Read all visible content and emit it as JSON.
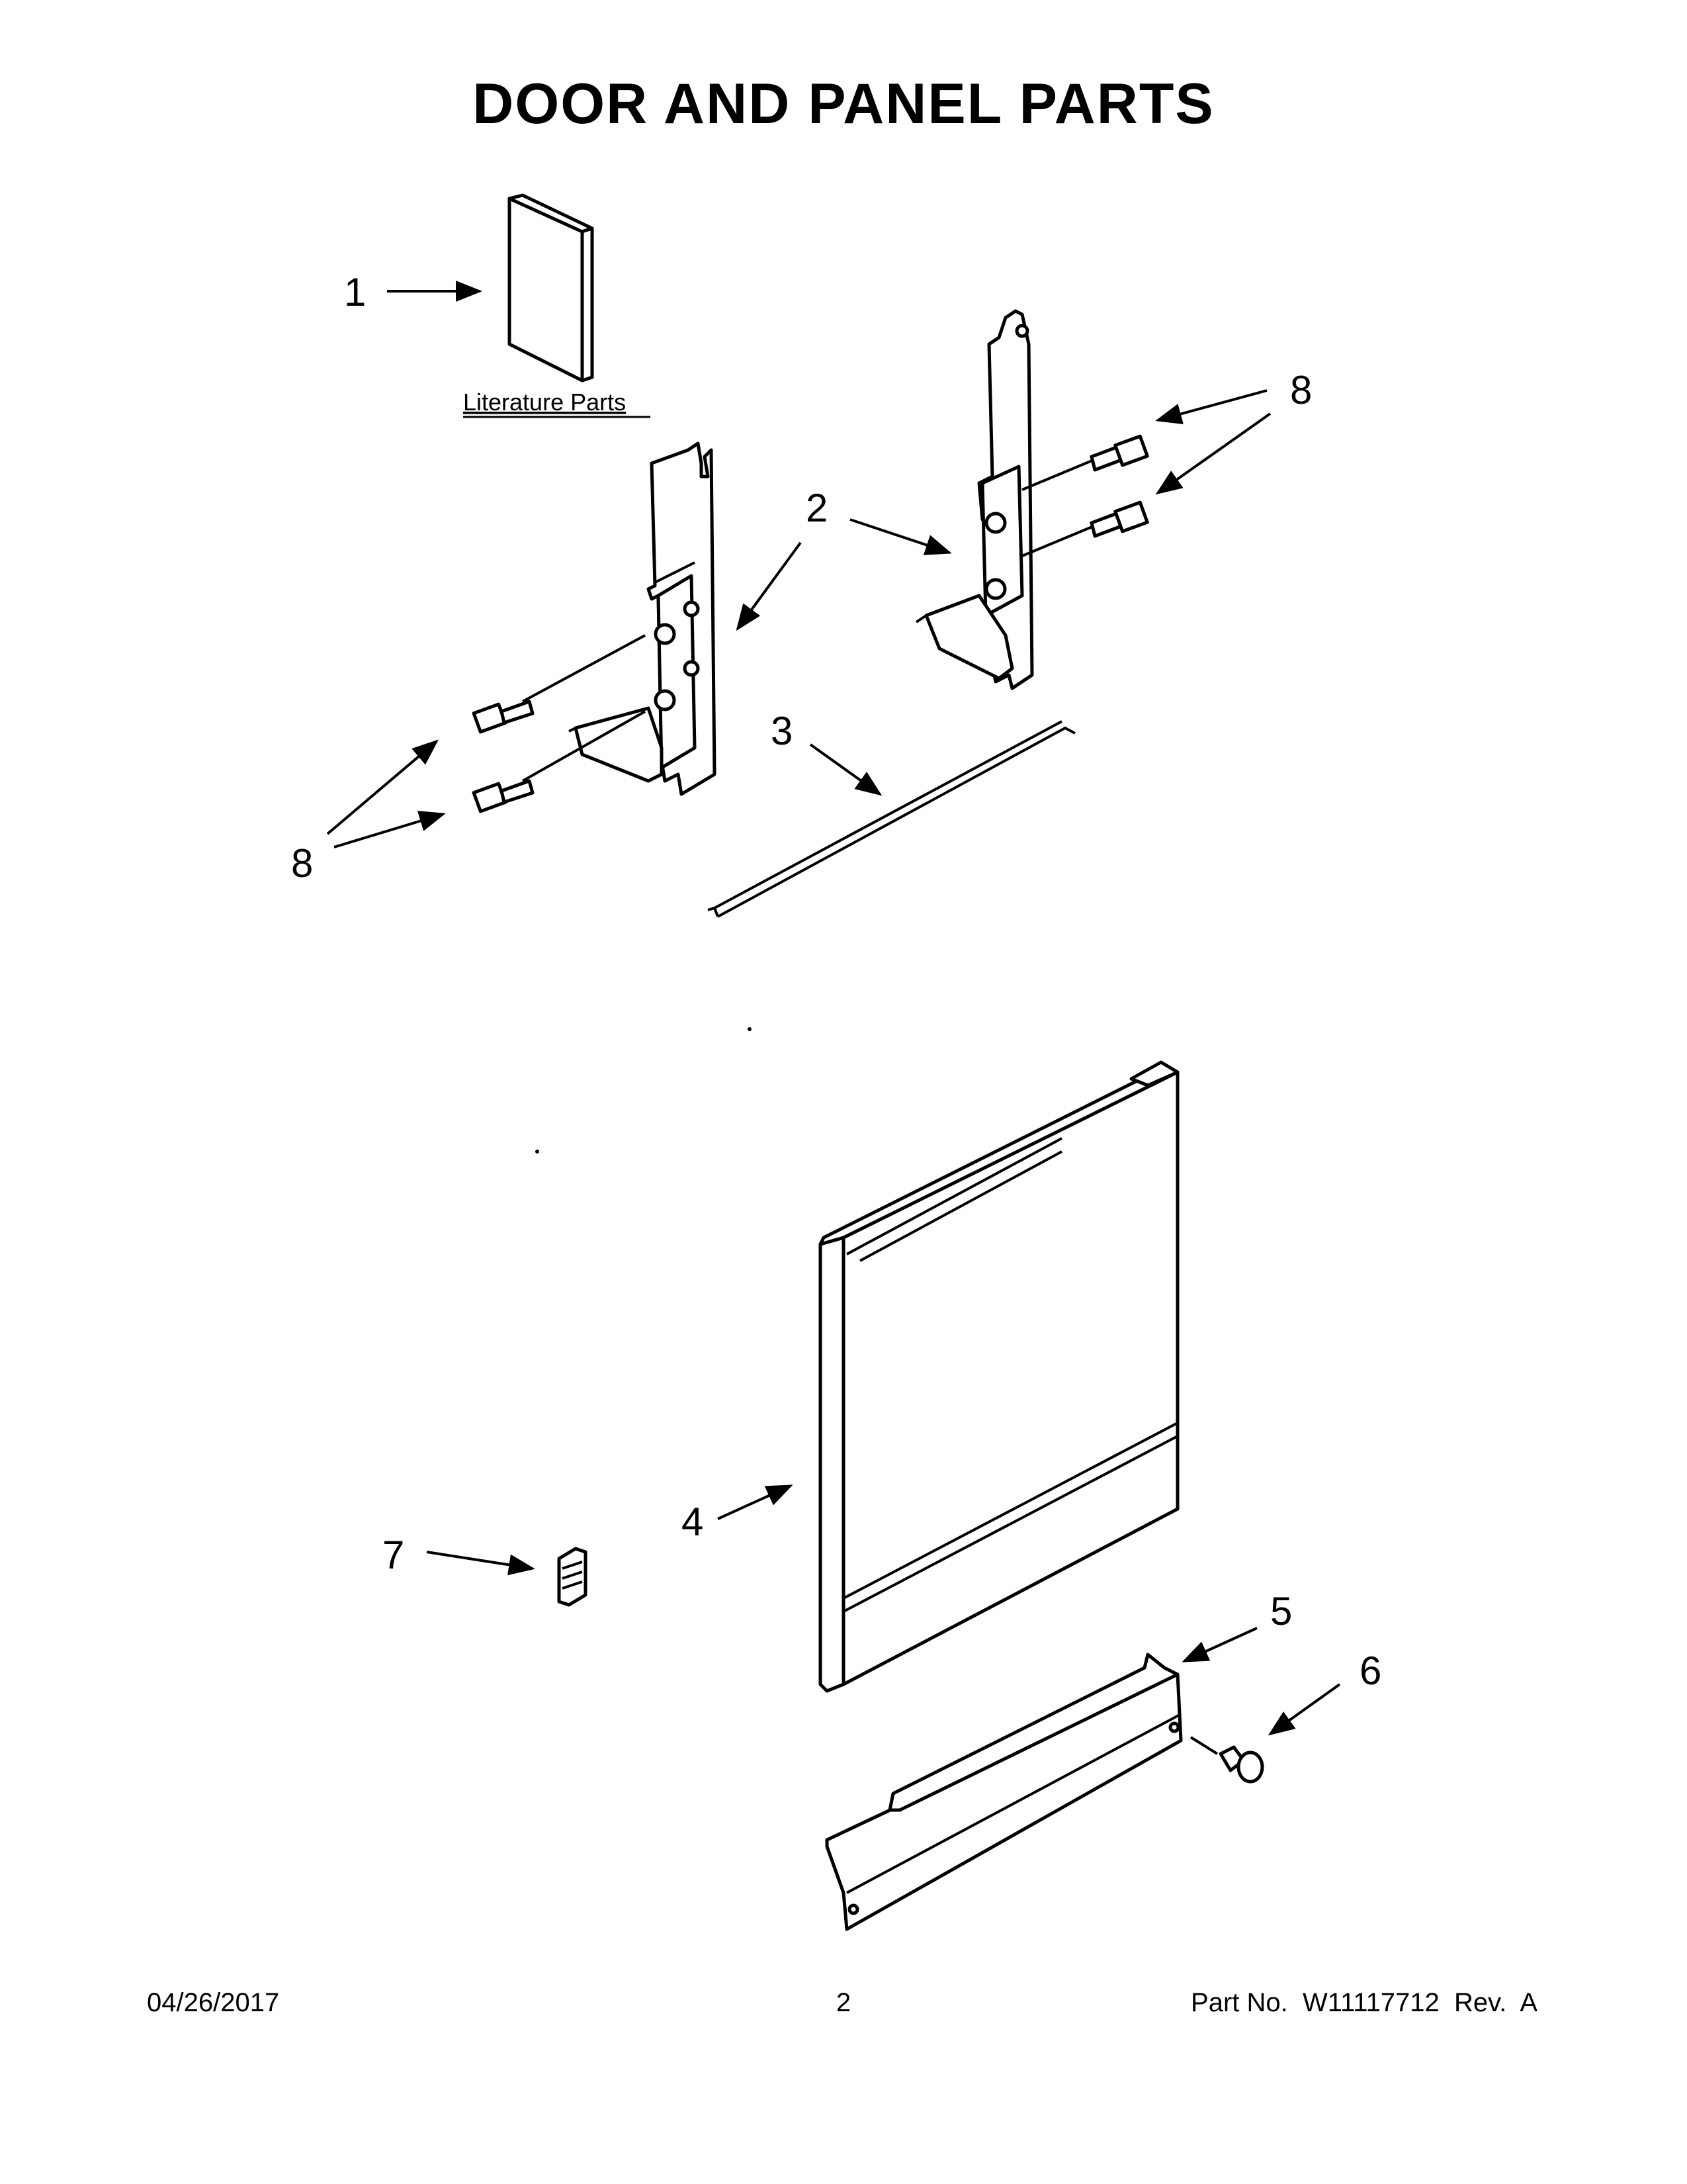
{
  "title": "DOOR AND PANEL PARTS",
  "literature_label": "Literature Parts",
  "callouts": {
    "c1": "1",
    "c2": "2",
    "c3": "3",
    "c4": "4",
    "c5": "5",
    "c6": "6",
    "c7": "7",
    "c8a": "8",
    "c8b": "8"
  },
  "footer": {
    "date": "04/26/2017",
    "page": "2",
    "part": "Part No.  W11117712  Rev.  A"
  },
  "colors": {
    "ink": "#000000",
    "paper": "#ffffff"
  }
}
